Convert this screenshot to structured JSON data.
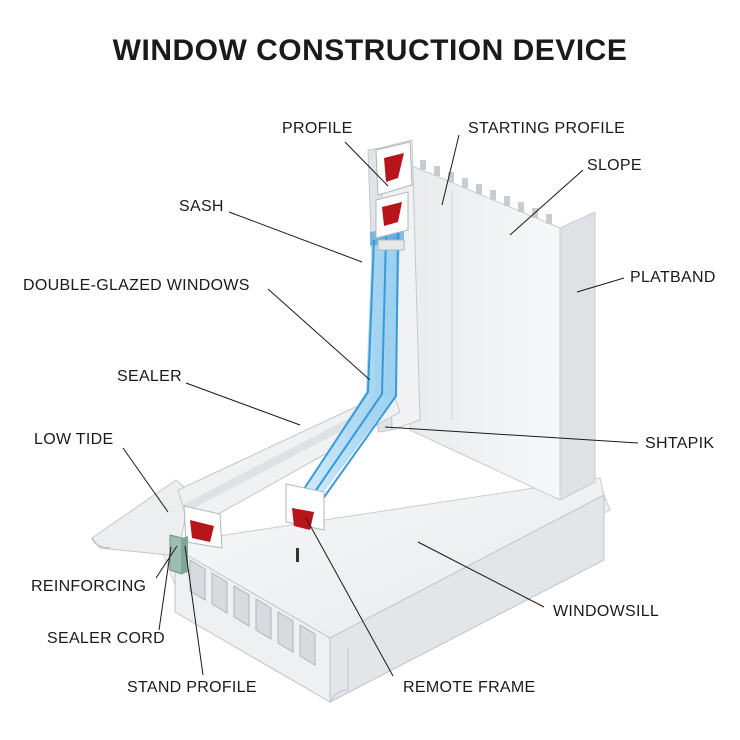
{
  "title": "WINDOW CONSTRUCTION DEVICE",
  "labels": {
    "profile": "PROFILE",
    "starting_profile": "STARTING PROFILE",
    "slope": "SLOPE",
    "sash": "SASH",
    "platband": "PLATBAND",
    "double_glazed": "DOUBLE-GLAZED WINDOWS",
    "sealer": "SEALER",
    "low_tide": "LOW TIDE",
    "shtapik": "SHTAPIK",
    "reinforcing": "REINFORCING",
    "windowsill": "WINDOWSILL",
    "sealer_cord": "SEALER CORD",
    "stand_profile": "STAND PROFILE",
    "remote_frame": "REMOTE FRAME"
  },
  "colors": {
    "profile_red": "#b8141b",
    "glass_blue": "#4aa8e0",
    "glass_light": "#bfe3f7",
    "panel_white": "#f4f5f6",
    "panel_shade": "#dfe2e5",
    "reinforcing_green": "#9dbdb2"
  }
}
